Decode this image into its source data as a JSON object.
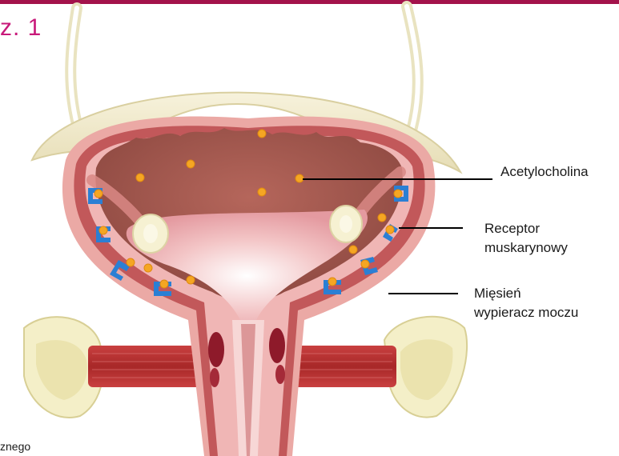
{
  "figure_label": "z. 1",
  "labels": {
    "acetylcholine": "Acetylocholina",
    "receptor_line1": "Receptor",
    "receptor_line2": "muskarynowy",
    "muscle_line1": "Mięsień",
    "muscle_line2": "wypieracz moczu"
  },
  "corner_text": "znego",
  "colors": {
    "accent_bar": "#a3124b",
    "figure_label": "#c8197a",
    "outer_wall": "#e8a4a0",
    "muscle_wall": "#c45a5c",
    "lumen": "#a8594f",
    "neurotransmitter": "#f5a623",
    "receptor": "#2b7fd4",
    "bone": "#f2eec2"
  }
}
